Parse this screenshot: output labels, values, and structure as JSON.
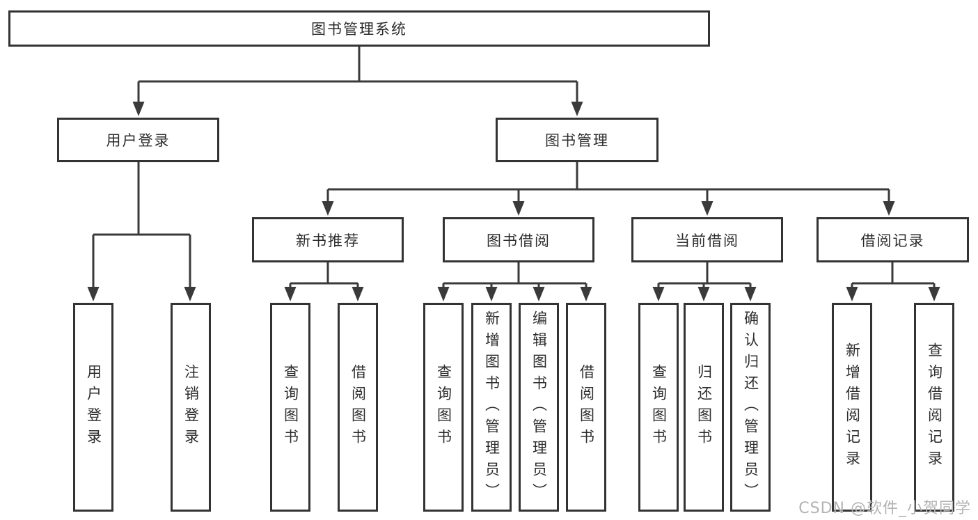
{
  "diagram": {
    "root": "图书管理系统",
    "branches": [
      {
        "label": "用户登录",
        "children": [
          "用户登录",
          "注销登录"
        ]
      },
      {
        "label": "图书管理",
        "children": [
          {
            "label": "新书推荐",
            "children": [
              "查询图书",
              "借阅图书"
            ]
          },
          {
            "label": "图书借阅",
            "children": [
              "查询图书",
              "新增图书（管理员）",
              "编辑图书（管理员）",
              "借阅图书"
            ]
          },
          {
            "label": "当前借阅",
            "children": [
              "查询图书",
              "归还图书",
              "确认归还（管理员）"
            ]
          },
          {
            "label": "借阅记录",
            "children": [
              "新增借阅记录",
              "查询借阅记录"
            ]
          }
        ]
      }
    ]
  },
  "watermark": "CSDN @软件_小贺同学",
  "colors": {
    "line": "#3a3a3a",
    "border": "#333333",
    "text": "#2d2d2d",
    "background": "#ffffff",
    "watermark": "#b3b3b3"
  }
}
